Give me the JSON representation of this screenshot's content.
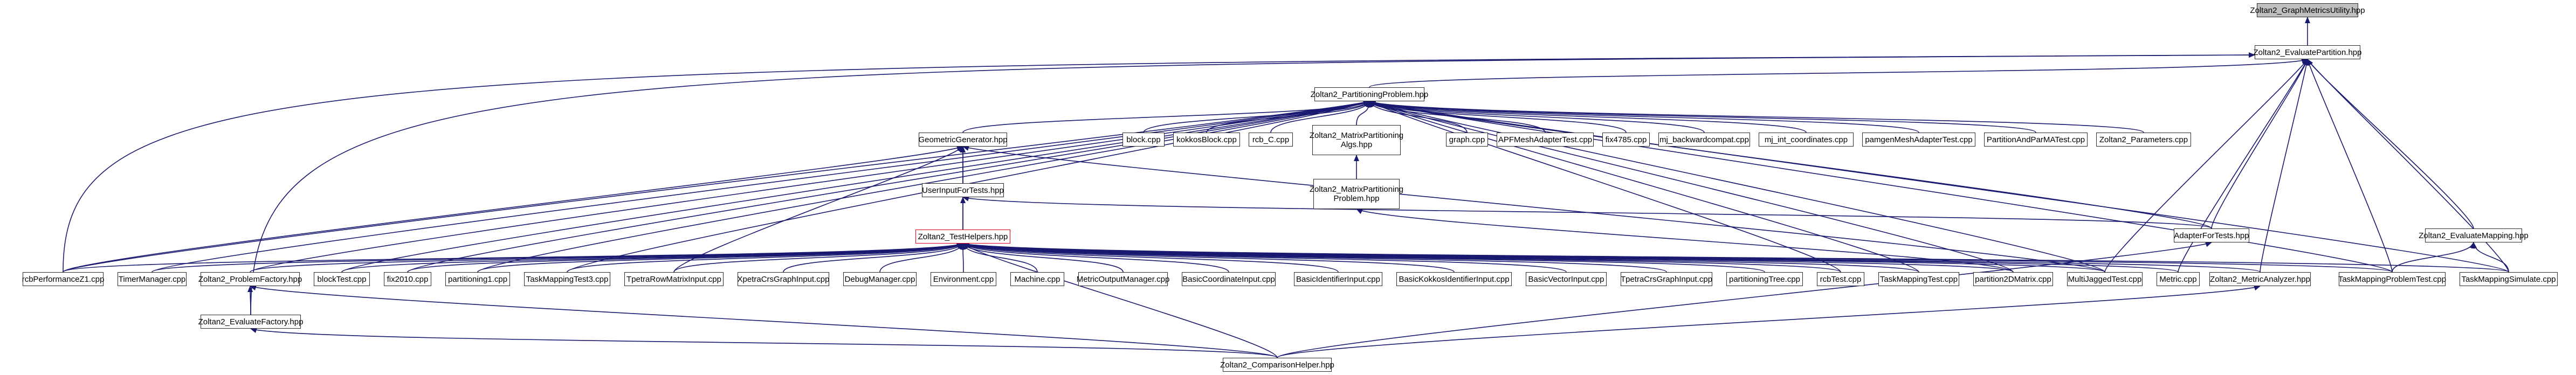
{
  "graph": {
    "edge_color": "#191970",
    "root_fill": "#bfbfbf",
    "highlight_border": "#e0001b",
    "nodes": {
      "graphutil": "Zoltan2_GraphMetricsUtility.hpp",
      "evalpart": "Zoltan2_EvaluatePartition.hpp",
      "partprob": "Zoltan2_PartitioningProblem.hpp",
      "geomgen": "GeometricGenerator.hpp",
      "blockcpp": "block.cpp",
      "kokkosblock": "kokkosBlock.cpp",
      "rcbc": "rcb_C.cpp",
      "mjalgo": "Zoltan2_MatrixPartitioning Algs.hpp",
      "graphcpp": "graph.cpp",
      "apfmesh": "APFMeshAdapterTest.cpp",
      "fix4785": "fix4785.cpp",
      "mjbackward": "mj_backwardcompat.cpp",
      "mjintcoord": "mj_int_coordinates.cpp",
      "pamgen": "pamgenMeshAdapterTest.cpp",
      "partpmat": "PartitionAndParMATest.cpp",
      "params": "Zoltan2_Parameters.cpp",
      "userinput": "UserInputForTests.hpp",
      "mjprob": "Zoltan2_MatrixPartitioning Problem.hpp",
      "adaptertests": "AdapterForTests.hpp",
      "evalmap": "Zoltan2_EvaluateMapping.hpp",
      "testhelpers": "Zoltan2_TestHelpers.hpp",
      "rcbperf": "rcbPerformanceZ1.cpp",
      "timer": "TimerManager.cpp",
      "probfactory": "Zoltan2_ProblemFactory.hpp",
      "blocktest": "blockTest.cpp",
      "fix2010": "fix2010.cpp",
      "partitioning1": "partitioning1.cpp",
      "taskmap3": "TaskMappingTest3.cpp",
      "tpetrarowmat": "TpetraRowMatrixInput.cpp",
      "xpetracrs": "XpetraCrsGraphInput.cpp",
      "debugmgr": "DebugManager.cpp",
      "environment": "Environment.cpp",
      "machine": "Machine.cpp",
      "metricoutput": "MetricOutputManager.cpp",
      "basiccoord": "BasicCoordinateInput.cpp",
      "basicident": "BasicIdentifierInput.cpp",
      "basickokkos": "BasicKokkosIdentifierInput.cpp",
      "basicvector": "BasicVectorInput.cpp",
      "tpetracrs": "TpetraCrsGraphInput.cpp",
      "parttree": "partitioningTree.cpp",
      "rcbtest": "rcbTest.cpp",
      "taskmaptest": "TaskMappingTest.cpp",
      "part2dmat": "partition2DMatrix.cpp",
      "multijagged": "MultiJaggedTest.cpp",
      "metriccpp": "Metric.cpp",
      "metricanalyzer": "Zoltan2_MetricAnalyzer.hpp",
      "taskmapprob": "TaskMappingProblemTest.cpp",
      "taskmapsim": "TaskMappingSimulate.cpp",
      "evalfactory": "Zoltan2_EvaluateFactory.hpp",
      "comparisonhelper": "Zoltan2_ComparisonHelper.hpp"
    }
  }
}
